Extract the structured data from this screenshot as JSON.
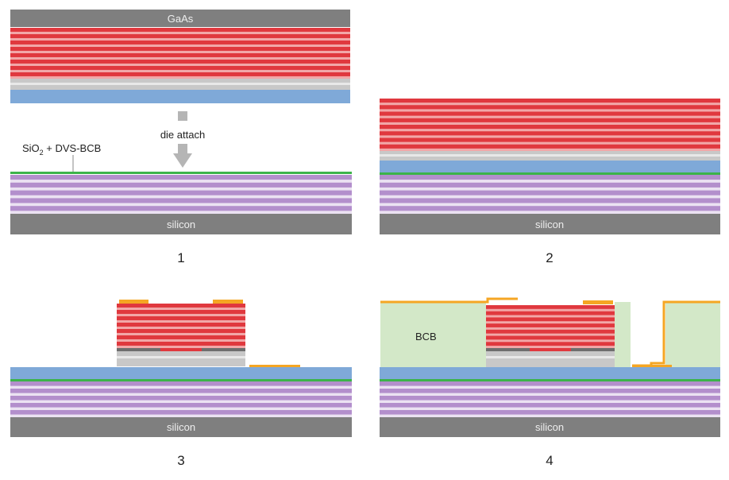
{
  "labels": {
    "gaas": "GaAs",
    "silicon": "silicon",
    "bcb": "BCB",
    "die_attach": "die attach",
    "bond_layer_prefix": "SiO",
    "bond_layer_sub": "2",
    "bond_layer_suffix": " + DVS-BCB"
  },
  "steps": {
    "s1": "1",
    "s2": "2",
    "s3": "3",
    "s4": "4"
  },
  "colors": {
    "substrate": "#7f7f7f",
    "red_stripe": "#e0383e",
    "pink_stripe": "#f2a7a8",
    "purple_stripe": "#b38fcc",
    "lilac_stripe": "#ebe2f2",
    "blue_layer": "#7fa9d8",
    "gray_layer": "#c8c8c8",
    "bond_green": "#3cb34a",
    "metal": "#f5a623",
    "bcb_fill": "#d3e8c8",
    "label_light": "#eeeeee",
    "text_dark": "#222222"
  },
  "stripe_counts": {
    "gaas_stack": 8,
    "silicon_stack": 5,
    "mesa_stack": 7
  }
}
